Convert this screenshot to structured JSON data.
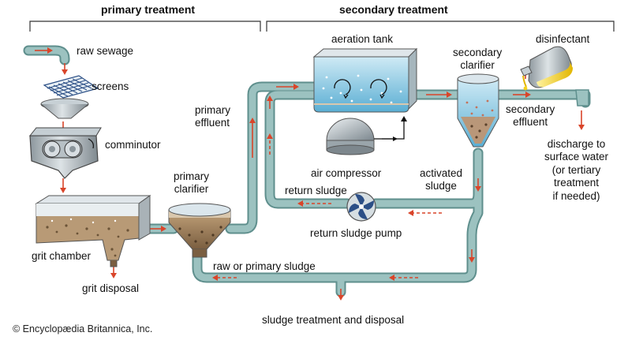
{
  "headers": {
    "primary": "primary treatment",
    "secondary": "secondary treatment"
  },
  "labels": {
    "raw_sewage": "raw sewage",
    "screens": "screens",
    "comminutor": "comminutor",
    "grit_chamber": "grit chamber",
    "grit_disposal": "grit disposal",
    "primary_clarifier": "primary\nclarifier",
    "primary_effluent": "primary\neffluent",
    "aeration_tank": "aeration tank",
    "air_compressor": "air compressor",
    "return_sludge": "return sludge",
    "return_sludge_pump": "return sludge pump",
    "activated_sludge": "activated\nsludge",
    "secondary_clarifier": "secondary\nclarifier",
    "disinfectant": "disinfectant",
    "secondary_effluent": "secondary\neffluent",
    "discharge": "discharge to\nsurface water\n(or tertiary\ntreatment\nif needed)",
    "raw_primary_sludge": "raw or primary sludge",
    "sludge_treatment": "sludge treatment and disposal"
  },
  "copyright": "© Encyclopædia Britannica, Inc.",
  "colors": {
    "pipe": "#8fb6b4",
    "pipe_dark": "#5f8f8d",
    "water": "#7fc3e0",
    "sludge": "#a48a6a",
    "sludge_dark": "#6f5840",
    "arrow": "#d9452a",
    "steel": "#aab4ba",
    "disinfectant": "#f4d21c"
  },
  "icons": [
    "screen-grid-icon",
    "comminutor-rollers-icon",
    "pump-impeller-icon",
    "disinfectant-bottle-icon",
    "flow-arrow-icon"
  ]
}
